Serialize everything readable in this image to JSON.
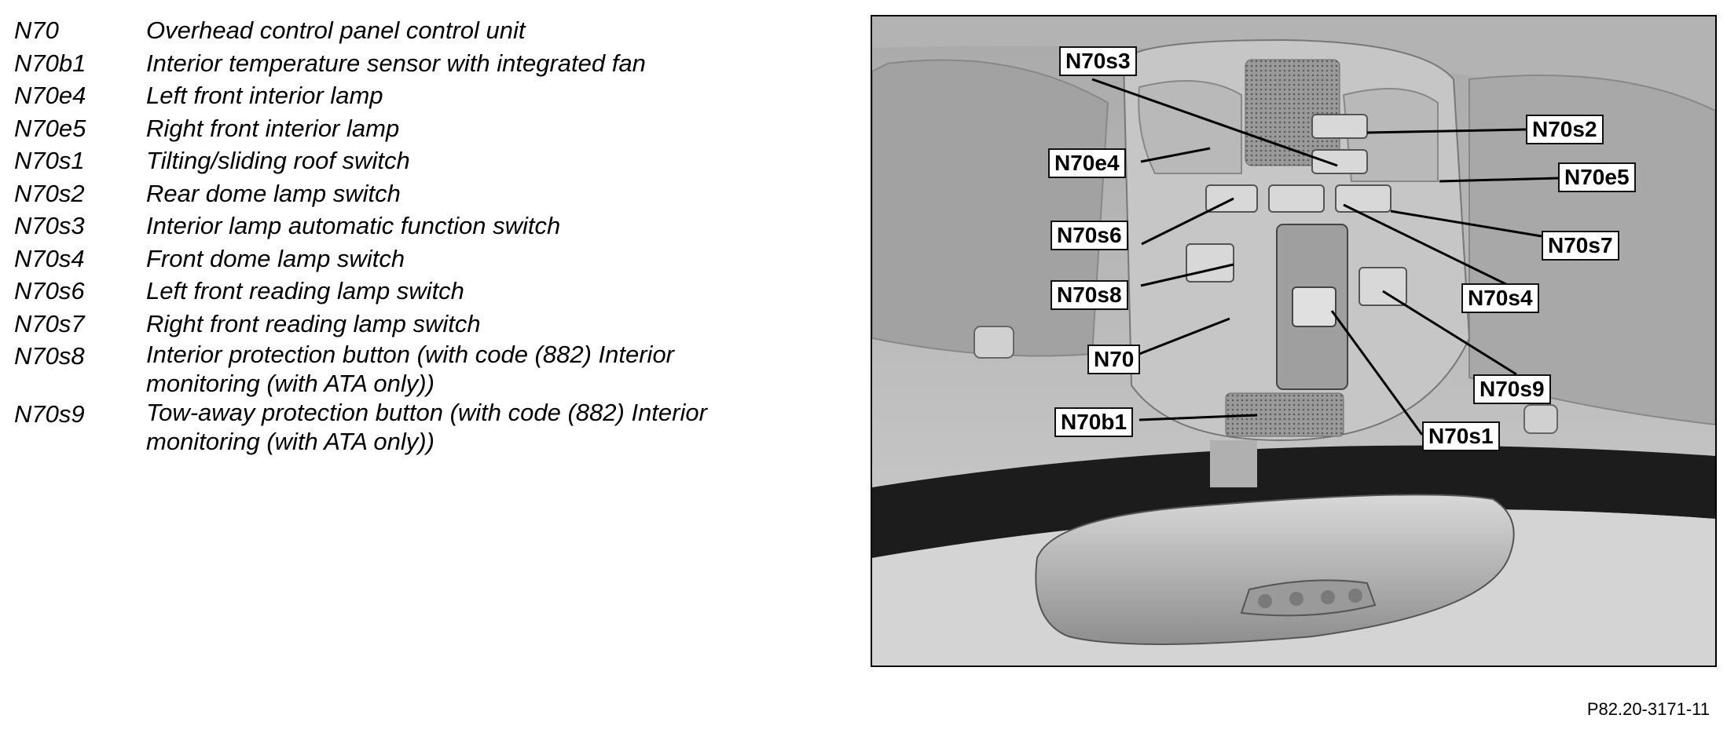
{
  "legend": [
    {
      "code": "N70",
      "lines": [
        "Overhead control panel control unit"
      ]
    },
    {
      "code": "N70b1",
      "lines": [
        "Interior temperature sensor with integrated fan"
      ]
    },
    {
      "code": "N70e4",
      "lines": [
        "Left front interior lamp"
      ]
    },
    {
      "code": "N70e5",
      "lines": [
        "Right front interior lamp"
      ]
    },
    {
      "code": "N70s1",
      "lines": [
        "Tilting/sliding roof switch"
      ]
    },
    {
      "code": "N70s2",
      "lines": [
        "Rear dome lamp switch"
      ]
    },
    {
      "code": "N70s3",
      "lines": [
        "Interior lamp automatic function switch"
      ]
    },
    {
      "code": "N70s4",
      "lines": [
        "Front dome lamp switch"
      ]
    },
    {
      "code": "N70s6",
      "lines": [
        "Left front reading lamp switch"
      ]
    },
    {
      "code": "N70s7",
      "lines": [
        "Right front reading lamp switch"
      ]
    },
    {
      "code": "N70s8",
      "lines": [
        "Interior protection button (with code (882) Interior",
        "monitoring (with ATA only))"
      ]
    },
    {
      "code": "N70s9",
      "lines": [
        "Tow-away protection button (with code (882) Interior",
        "monitoring (with ATA only))"
      ]
    }
  ],
  "callouts": {
    "n70s3": "N70s3",
    "n70s2": "N70s2",
    "n70e4": "N70e4",
    "n70e5": "N70e5",
    "n70s6": "N70s6",
    "n70s7": "N70s7",
    "n70s8": "N70s8",
    "n70s4": "N70s4",
    "n70": "N70",
    "n70s9": "N70s9",
    "n70b1": "N70b1",
    "n70s1": "N70s1"
  },
  "figure_id": "P82.20-3171-11"
}
